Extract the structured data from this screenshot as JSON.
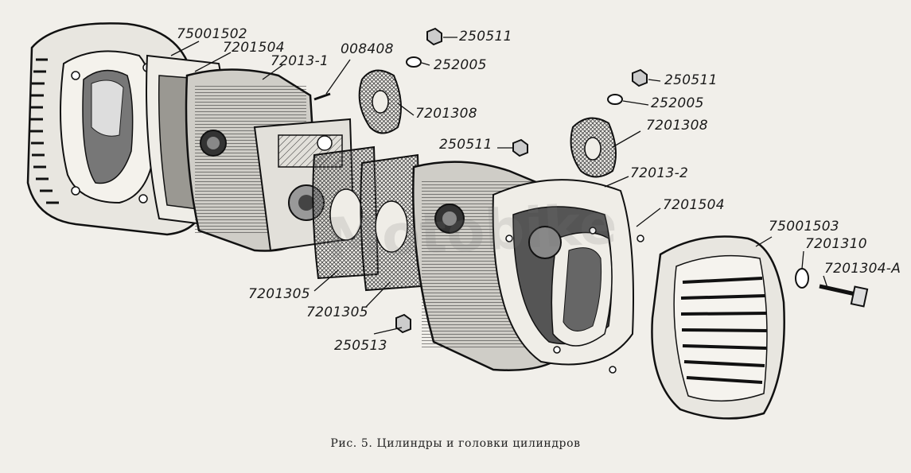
{
  "parts": {
    "head_cover_left": "75001502",
    "gasket_left": "7201504",
    "cylinder_left": "72013-1",
    "stud": "008408",
    "nut_top_1": "250511",
    "washer_top_1": "252005",
    "flange_gasket_1": "7201308",
    "nut_top_2": "250511",
    "washer_top_2": "252005",
    "flange_gasket_2": "7201308",
    "nut_mid": "250511",
    "cylinder_right": "72013-2",
    "gasket_right": "7201504",
    "head_cover_right": "75001503",
    "washer_bolt": "7201310",
    "bolt": "7201304-A",
    "base_gasket_1": "7201305",
    "base_gasket_2": "7201305",
    "nut_bottom": "250513"
  },
  "caption": "Рис. 5. Цилиндры и головки цилиндров",
  "watermark": "Motobike"
}
